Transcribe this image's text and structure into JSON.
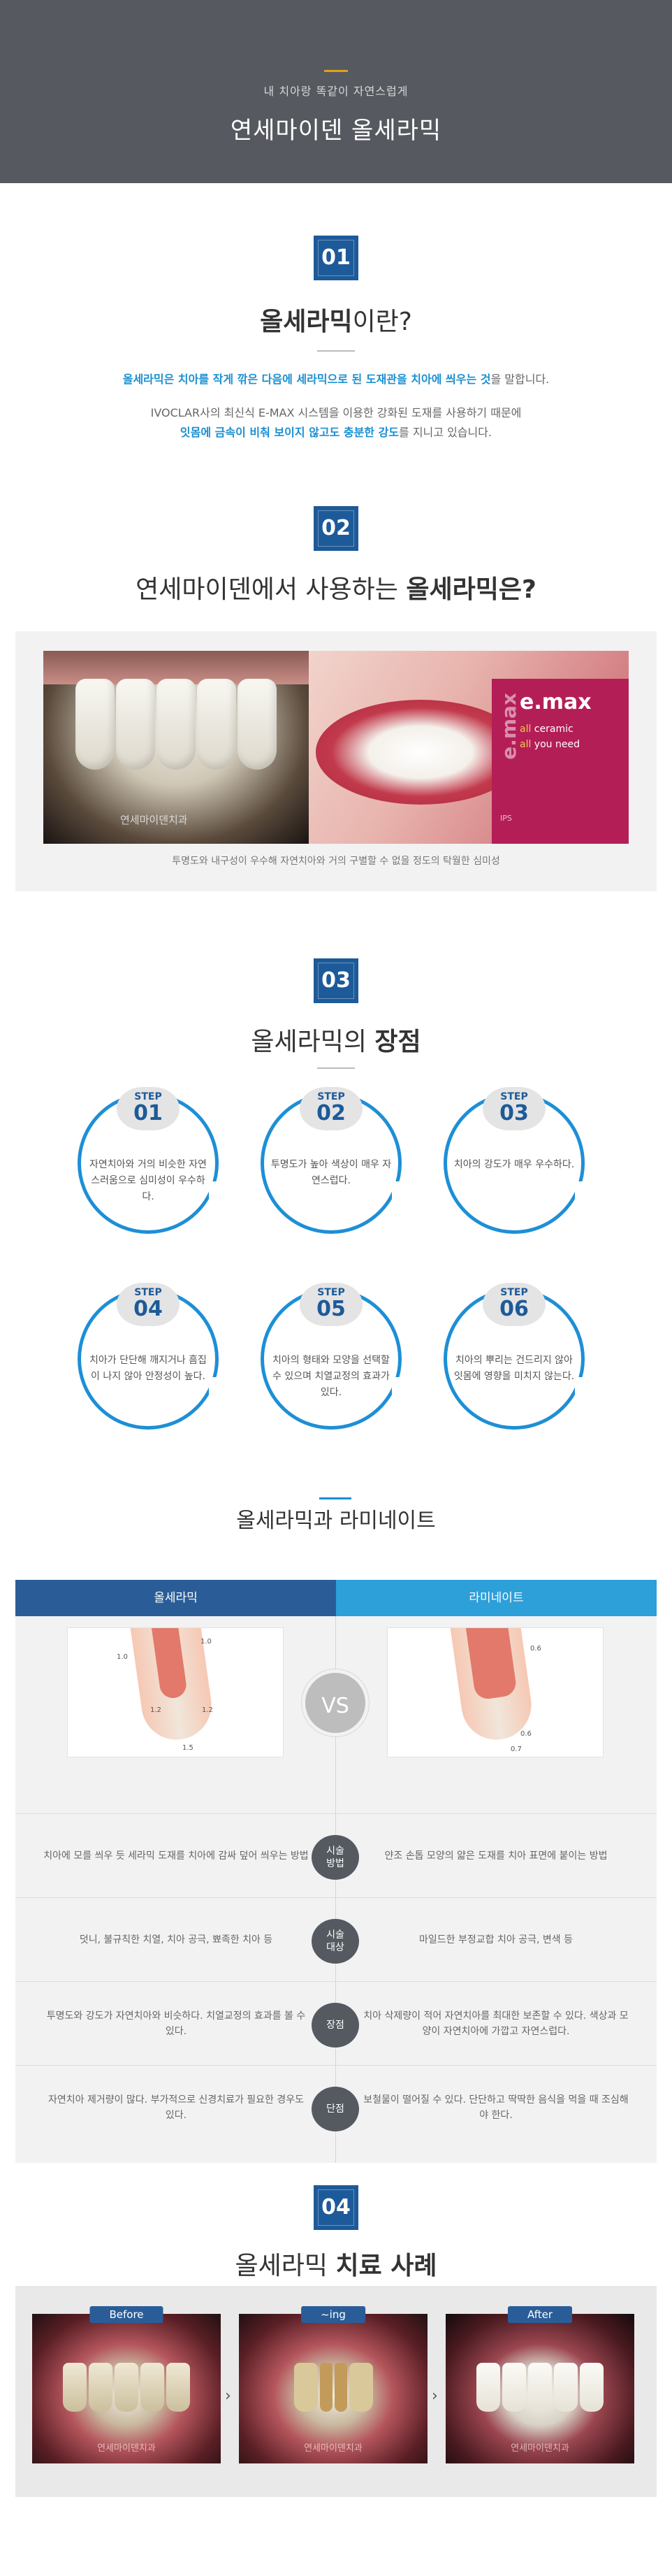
{
  "header": {
    "subtitle": "내 치아랑 똑같이 자연스럽게",
    "title": "연세마이덴 올세라믹"
  },
  "section1": {
    "number": "01",
    "title_bold": "올세라믹",
    "title_rest": "이란?",
    "p1_highlight": "올세라믹은 치아를 작게 깎은 다음에 세라믹으로 된 도재관을 치아에 씌우는 것",
    "p1_rest": "을 말합니다.",
    "p2_line1": "IVOCLAR사의 최신식 E-MAX 시스템을 이용한 강화된 도재를 사용하기 때문에",
    "p2_highlight": "잇몸에 금속이 비춰 보이지 않고도 충분한 강도",
    "p2_rest": "를 지니고 있습니다."
  },
  "section2": {
    "number": "02",
    "title_rest": "연세마이덴에서 사용하는 ",
    "title_bold": "올세라믹은?",
    "photo_logo": "연세마이덴치과",
    "emax_logo": "e.max",
    "emax_vertical": "e.max",
    "emax_line1_a": "all",
    "emax_line1_b": " ceramic",
    "emax_line2_a": "all",
    "emax_line2_b": " you need",
    "emax_ips": "IPS",
    "caption": "투명도와 내구성이 우수해 자연치아와 거의 구별할 수 없을 정도의 탁월한 심미성"
  },
  "section3": {
    "number": "03",
    "title_rest": "올세라믹의 ",
    "title_bold": "장점",
    "steps": [
      {
        "label": "STEP",
        "num": "01",
        "text": "자연치아와 거의 비슷한 자연스러움으로 심미성이 우수하다."
      },
      {
        "label": "STEP",
        "num": "02",
        "text": "투명도가 높아 색상이 매우 자연스럽다."
      },
      {
        "label": "STEP",
        "num": "03",
        "text": "치아의 강도가 매우 우수하다."
      },
      {
        "label": "STEP",
        "num": "04",
        "text": "치아가 단단해 깨지거나 흠집이 나지 않아 안정성이 높다."
      },
      {
        "label": "STEP",
        "num": "05",
        "text": "치아의 형태와 모양을 선택할 수 있으며 치열교정의 효과가 있다."
      },
      {
        "label": "STEP",
        "num": "06",
        "text": "치아의 뿌리는 건드리지 않아 잇몸에 영향을 미치지 않는다."
      }
    ]
  },
  "compare": {
    "title": "올세라믹과 라미네이트",
    "left_head": "올세라믹",
    "right_head": "라미네이트",
    "vs": "VS",
    "left_diagram_labels": [
      "1.0",
      "1.0",
      "1.2",
      "1.2",
      "1.5"
    ],
    "right_diagram_labels": [
      "0.6",
      "0.6",
      "0.7"
    ],
    "rows": [
      {
        "tag": "시술 방법",
        "left": "치아에 모를 씌우 듯 세라믹 도재를 치아에 감싸 덮어 씌우는 방법",
        "right": "얀조 손톱 모양의 얇은 도재를 치아 표면에 붙이는 방법"
      },
      {
        "tag": "시술 대상",
        "left": "덧니, 불규칙한 치열, 치아 공극, 뾰족한 치아 등",
        "right": "마일드한 부정교합 치아 공극, 변색 등"
      },
      {
        "tag": "장점",
        "left": "투명도와 강도가 자연치아와 비슷하다. 치열교정의 효과를 볼 수 있다.",
        "right": "치아 삭제량이 적어 자연치아를 최대한 보존할 수 있다. 색상과 모양이 자연치아에 가깝고 자연스럽다."
      },
      {
        "tag": "단점",
        "left": "자연치아 제거량이 많다. 부가적으로 신경치료가 필요한 경우도 있다.",
        "right": "보철물이 떨어질 수 있다. 단단하고 딱딱한 음식을 먹을 때 조심해야 한다."
      }
    ]
  },
  "section4": {
    "number": "04",
    "title_rest": "올세라믹 ",
    "title_bold": "치료 사례",
    "cases": [
      {
        "label": "Before",
        "watermark": "연세마이덴치과"
      },
      {
        "label": "~ing",
        "watermark": "연세마이덴치과"
      },
      {
        "label": "After",
        "watermark": "연세마이덴치과"
      }
    ],
    "arrow": "›"
  },
  "colors": {
    "header_bg": "#56595f",
    "accent_gold": "#e0a11b",
    "number_blue": "#1d5a99",
    "highlight_blue": "#1a8fd1",
    "step_ring": "#1d8fd6",
    "compare_left": "#2a5d98",
    "compare_right": "#2d9fd9",
    "emax_magenta": "#b41e57"
  }
}
